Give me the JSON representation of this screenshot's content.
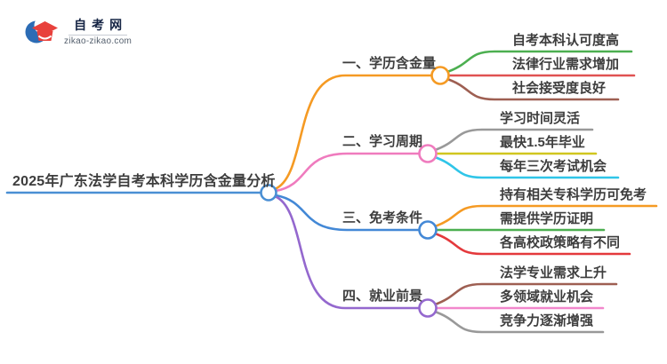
{
  "logo": {
    "site_name": "自考网",
    "site_url": "zikao-zikao.com",
    "icon": "graduation-cap-icon",
    "cap_color": "#e8413c",
    "swoosh_color": "#2c6cb5"
  },
  "mindmap": {
    "title": "2025年广东法学自考本科学历含金量分析",
    "title_color": "#4a8fd4",
    "text_color": "#3d3d3d",
    "branches": [
      {
        "label": "一、学历含金量",
        "color": "#f59a23",
        "children": [
          {
            "label": "自考本科认可度高",
            "color": "#4caf50"
          },
          {
            "label": "法律行业需求增加",
            "color": "#e05252"
          },
          {
            "label": "社会接受度良好",
            "color": "#9e5f52"
          }
        ]
      },
      {
        "label": "二、学习周期",
        "color": "#ef7bbe",
        "children": [
          {
            "label": "学习时间灵活",
            "color": "#999999"
          },
          {
            "label": "最快1.5年毕业",
            "color": "#d0c61f"
          },
          {
            "label": "每年三次考试机会",
            "color": "#2fc5e8"
          }
        ]
      },
      {
        "label": "三、免考条件",
        "color": "#4388d6",
        "children": [
          {
            "label": "持有相关专科学历可免考",
            "color": "#f59a23"
          },
          {
            "label": "需提供学历证明",
            "color": "#4caf50"
          },
          {
            "label": "各高校政策略有不同",
            "color": "#e4393c"
          }
        ]
      },
      {
        "label": "四、就业前景",
        "color": "#9468ce",
        "children": [
          {
            "label": "法学专业需求上升",
            "color": "#9e5f52"
          },
          {
            "label": "多领域就业机会",
            "color": "#f287cc"
          },
          {
            "label": "竞争力逐渐增强",
            "color": "#999999"
          }
        ]
      }
    ]
  }
}
